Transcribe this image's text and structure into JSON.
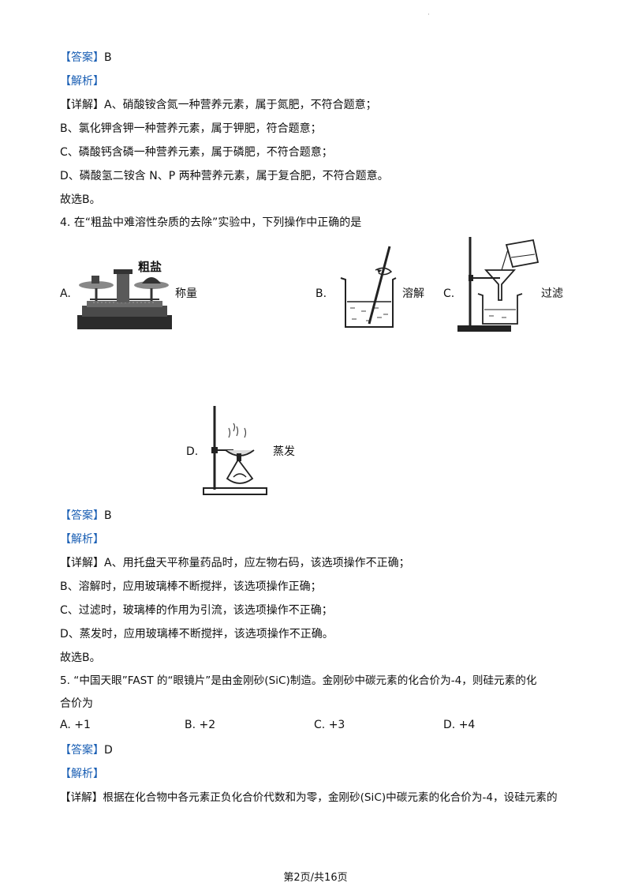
{
  "corner_mark": "·",
  "q3_tail": {
    "answer_tag": "【答案】",
    "answer_value": "B",
    "analysis_tag": "【解析】",
    "detail_tag": "【详解】",
    "detail_A": "A、硝酸铵含氮一种营养元素，属于氮肥，不符合题意；",
    "detail_B": "B、氯化钾含钾一种营养元素，属于钾肥，符合题意；",
    "detail_C": "C、磷酸钙含磷一种营养元素，属于磷肥，不符合题意；",
    "detail_D": "D、磷酸氢二铵含 N、P 两种营养元素，属于复合肥，不符合题意。",
    "conclusion": "故选B。"
  },
  "q4": {
    "stem": "4. 在“粗盐中难溶性杂质的去除”实验中，下列操作中正确的是",
    "options": [
      {
        "letter": "A.",
        "name": "称量",
        "figure_text": "粗盐",
        "icon": "balance-icon"
      },
      {
        "letter": "B.",
        "name": "溶解",
        "icon": "beaker-stir-icon"
      },
      {
        "letter": "C.",
        "name": "过滤",
        "icon": "filtration-icon"
      },
      {
        "letter": "D.",
        "name": "蒸发",
        "icon": "evaporation-icon"
      }
    ],
    "answer_tag": "【答案】",
    "answer_value": "B",
    "analysis_tag": "【解析】",
    "detail_tag": "【详解】",
    "detail_A": "A、用托盘天平称量药品时，应左物右码，该选项操作不正确；",
    "detail_B": "B、溶解时，应用玻璃棒不断搅拌，该选项操作正确；",
    "detail_C": "C、过滤时，玻璃棒的作用为引流，该选项操作不正确；",
    "detail_D": "D、蒸发时，应用玻璃棒不断搅拌，该选项操作不正确。",
    "conclusion": "故选B。"
  },
  "q5": {
    "stem_line1": "5. “中国天眼”FAST 的“眼镜片”是由金刚砂(SiC)制造。金刚砂中碳元素的化合价为-4，则硅元素的化",
    "stem_line2": "合价为",
    "choices": [
      {
        "letter": "A.",
        "value": "+1"
      },
      {
        "letter": "B.",
        "value": "+2"
      },
      {
        "letter": "C.",
        "value": "+3"
      },
      {
        "letter": "D.",
        "value": "+4"
      }
    ],
    "answer_tag": "【答案】",
    "answer_value": "D",
    "analysis_tag": "【解析】",
    "detail_tag": "【详解】",
    "detail_text": "根据在化合物中各元素正负化合价代数和为零，金刚砂(SiC)中碳元素的化合价为-4，设硅元素的"
  },
  "footer": "第2页/共16页"
}
